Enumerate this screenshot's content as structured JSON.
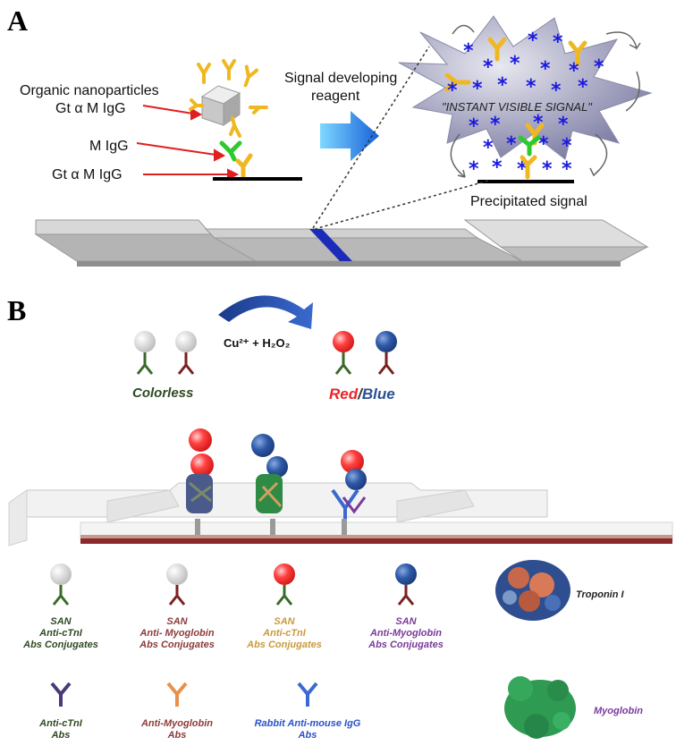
{
  "panel_a": {
    "label": "A",
    "left_labels": {
      "organic_np_line1": "Organic nanoparticles",
      "organic_np_line2": "Gt α M IgG",
      "m_igg": "M IgG",
      "gt_m_igg": "Gt α M IgG"
    },
    "arrow_text_line1": "Signal developing",
    "arrow_text_line2": "reagent",
    "burst_text": "\"INSTANT VISIBLE SIGNAL\"",
    "precipitated": "Precipitated signal"
  },
  "panel_b": {
    "label": "B",
    "reaction": {
      "reagent": "Cu²⁺ + H₂O₂",
      "colorless": "Colorless",
      "red": "Red",
      "slash": "/",
      "blue": "Blue"
    },
    "legend": {
      "san_cTnI": [
        "SAN",
        "Anti-cTnI",
        "Abs Conjugates"
      ],
      "san_myo": [
        "SAN",
        "Anti- Myoglobin",
        "Abs Conjugates"
      ],
      "san_cTnI_red": [
        "SAN",
        "Anti-cTnI",
        "Abs Conjugates"
      ],
      "san_myo_blue": [
        "SAN",
        "Anti-Myoglobin",
        "Abs Conjugates"
      ],
      "troponin": "Troponin I",
      "anti_cTnI": [
        "Anti-cTnI",
        "Abs"
      ],
      "anti_myo": [
        "Anti-Myoglobin",
        "Abs"
      ],
      "rabbit": [
        "Rabbit Anti-mouse IgG",
        "Abs"
      ],
      "myoglobin": "Myoglobin"
    }
  },
  "colors": {
    "yellow_ab": "#f0b820",
    "green_ab": "#2ec92e",
    "red_line": "#e02020",
    "blue_star": "#1a1ae0",
    "red_particle": "#e8252a",
    "blue_particle": "#2a4f96",
    "dark_green_text": "#2f4a22",
    "maroon_text": "#8e3a3a",
    "gold_text": "#c99a3a",
    "purple_text": "#7a3a9a",
    "blue_text": "#2a52c8"
  }
}
